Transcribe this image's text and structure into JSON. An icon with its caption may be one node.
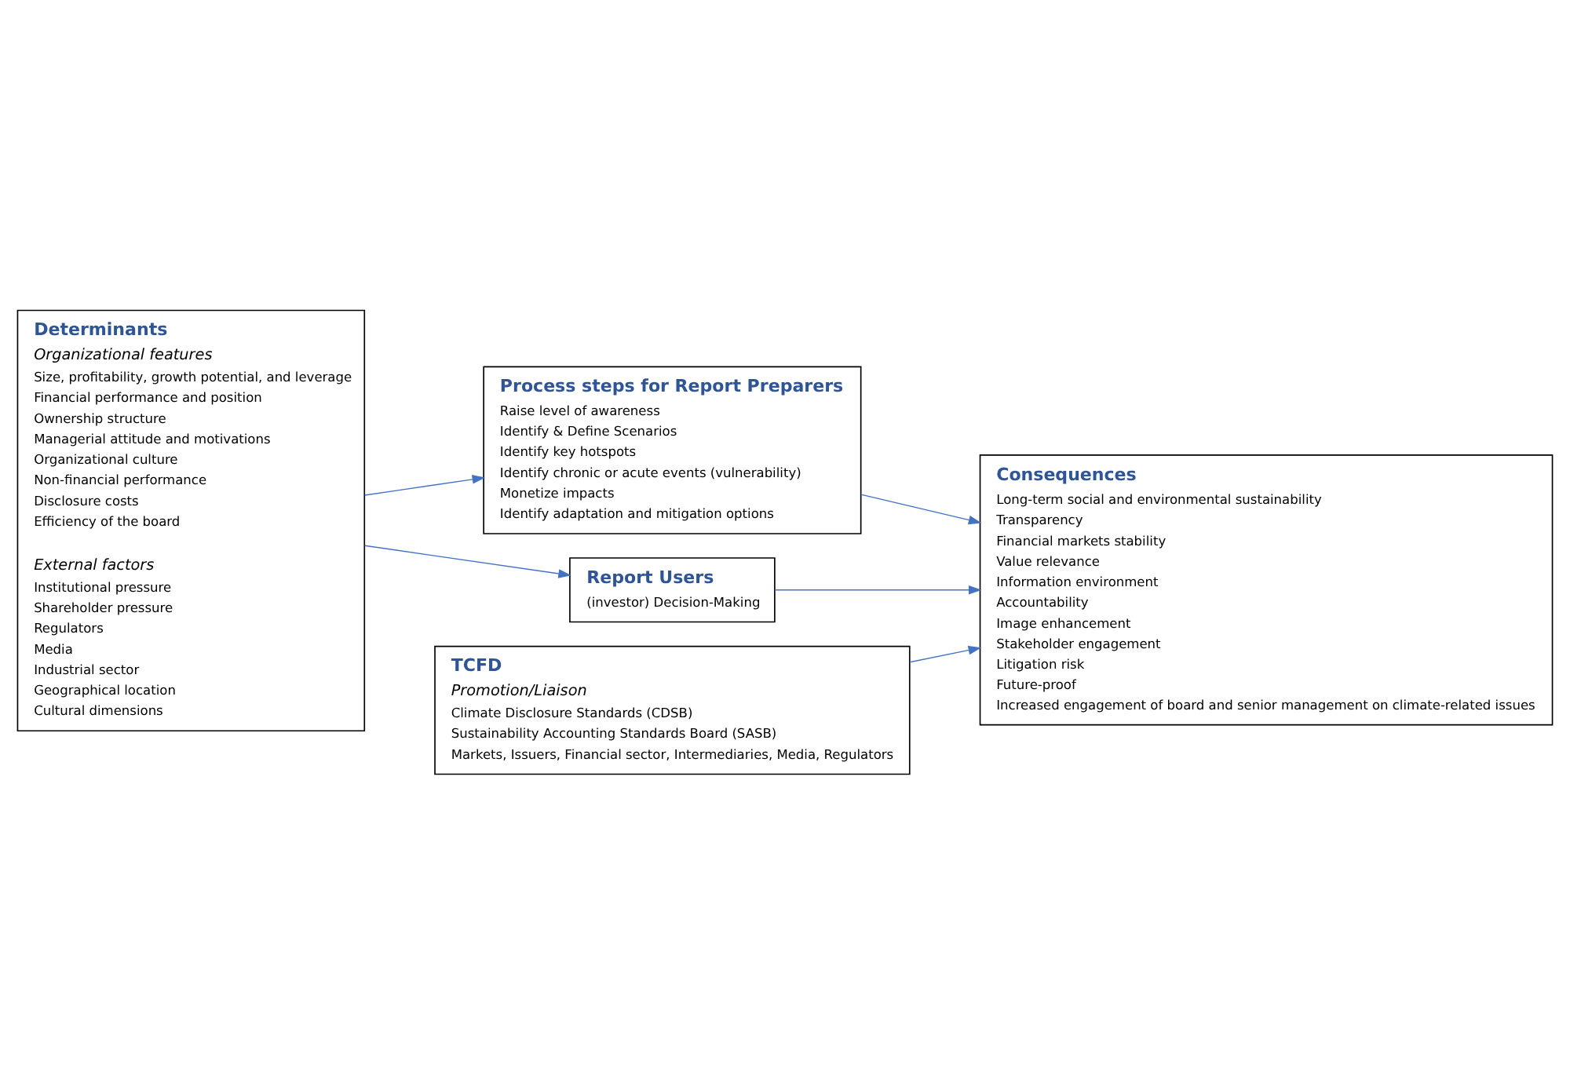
{
  "diagram": {
    "nodes": [
      {
        "text": [
          "Determinants",
          "Organizational features",
          "Size, profitability, growth potential, and leverage",
          "Financial performance and position",
          "Ownership structure",
          "Managerial attitude and motivations",
          "Organizational culture",
          "Non-financial performance",
          "Disclosure costs",
          "Efficiency of the board",
          "External factors",
          "Institutional pressure",
          "Shareholder pressure",
          "Regulators",
          "Media",
          "Industrial sector",
          "Geographical location",
          "Cultural dimensions"
        ]
      },
      {
        "text": [
          "TCFD",
          "Promotion/Liaison",
          "Climate Disclosure Standards (CDSB)",
          "Sustainability Accounting Standards Board (SASB)",
          "Markets, Issuers, Financial sector, Intermediaries, Media, Regulators"
        ]
      },
      {
        "text": [
          "Process steps for Report Preparers",
          "Raise level of awareness",
          "Identify & Define Scenarios",
          "Identify key hotspots",
          "Identify chronic or acute events (vulnerability)",
          "Monetize impacts",
          "Identify adaptation and mitigation options"
        ]
      },
      {
        "text": [
          "Report Users",
          "(investor) Decision-Making"
        ]
      },
      {
        "text": [
          "Consequences",
          "Long-term social and environmental sustainability",
          "Transparency",
          "Financial markets stability",
          "Value relevance",
          "Information environment",
          "Accountability",
          "Image enhancement",
          "Stakeholder engagement",
          "Litigation risk",
          "Future-proof",
          "Increased engagement of board and senior management on climate-related issues"
        ]
      }
    ],
    "edges": [
      {
        "from": 0,
        "to": 2,
        "arrow": "to"
      },
      {
        "from": 0,
        "to": 3,
        "arrow": "to"
      },
      {
        "from": 1,
        "to": 4,
        "arrow": "to"
      },
      {
        "from": 2,
        "to": 4,
        "arrow": "to"
      },
      {
        "from": 3,
        "to": 4,
        "arrow": "to"
      }
    ]
  }
}
